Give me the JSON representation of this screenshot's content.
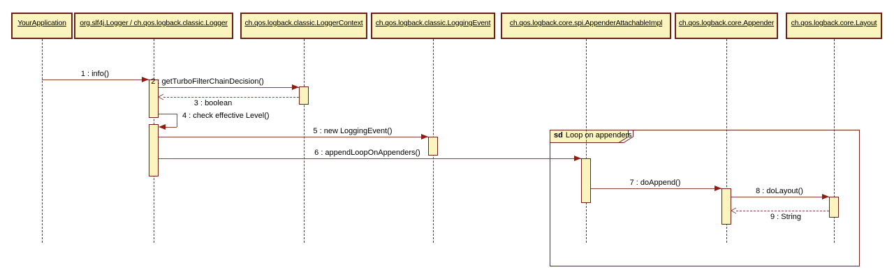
{
  "colors": {
    "fill": "#FBF4BE",
    "border": "#701F15",
    "line": "#8C4036",
    "head": "#8F1D10",
    "lifeline": "#3F3F3F",
    "text": "#000000",
    "bg": "#FFFFFF"
  },
  "participants": [
    {
      "label": "YourApplication"
    },
    {
      "label": "org.slf4j.Logger / ch.qos.logback.classic.Logger"
    },
    {
      "label": "ch.qos.logback.classic.LoggerContext"
    },
    {
      "label": "ch.qos.logback.classic.LoggingEvent"
    },
    {
      "label": "ch.qos.logback.core.spi.AppenderAttachableImpl"
    },
    {
      "label": "ch.qos.logback.core.Appender"
    },
    {
      "label": "ch.qos.logback.core.Layout"
    }
  ],
  "messages": [
    {
      "label": "1 : info()",
      "type": "call"
    },
    {
      "label": "2 : getTurboFilterChainDecision()",
      "type": "call"
    },
    {
      "label": "3 : boolean",
      "type": "return"
    },
    {
      "label": "4 : check effective Level()",
      "type": "self-call"
    },
    {
      "label": "5 : new LoggingEvent()",
      "type": "call"
    },
    {
      "label": "6 : appendLoopOnAppenders()",
      "type": "call"
    },
    {
      "label": "7 : doAppend()",
      "type": "call"
    },
    {
      "label": "8 : doLayout()",
      "type": "call"
    },
    {
      "label": "9 : String",
      "type": "return"
    }
  ],
  "fragment": {
    "keyword": "sd",
    "name": "Loop on appenders"
  }
}
